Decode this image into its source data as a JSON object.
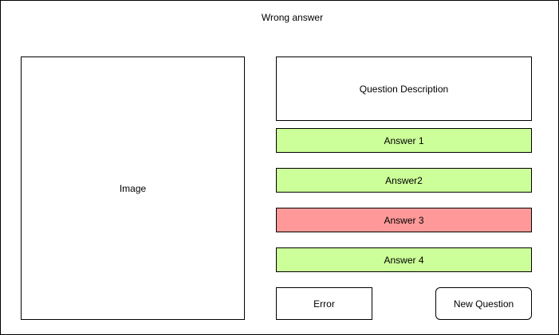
{
  "header": {
    "title": "Wrong answer"
  },
  "image_panel": {
    "label": "Image"
  },
  "question": {
    "description": "Question Description"
  },
  "answers": [
    {
      "label": "Answer 1",
      "state": "correct"
    },
    {
      "label": "Answer2",
      "state": "correct"
    },
    {
      "label": "Answer 3",
      "state": "wrong"
    },
    {
      "label": "Answer 4",
      "state": "correct"
    }
  ],
  "footer": {
    "error_label": "Error",
    "new_question_label": "New Question"
  },
  "colors": {
    "correct_fill": "#CCFF99",
    "wrong_fill": "#FF9999",
    "border": "#000000",
    "background": "#FFFFFF"
  }
}
